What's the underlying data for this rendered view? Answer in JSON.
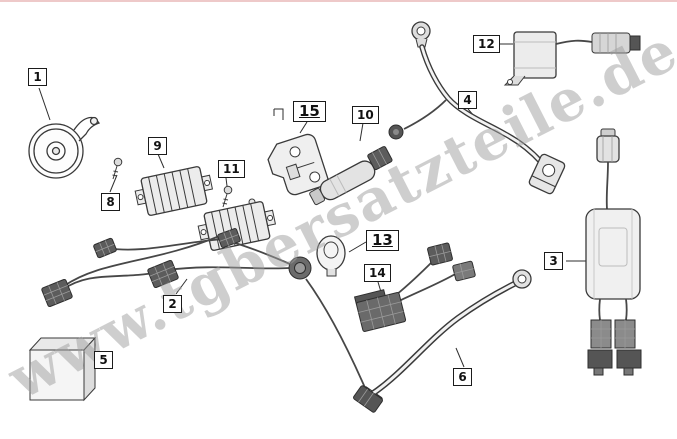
{
  "page": {
    "watermark": "www.tgbersatzteile.de"
  },
  "labels": [
    {
      "num": "1",
      "large": false
    },
    {
      "num": "2",
      "large": false
    },
    {
      "num": "3",
      "large": false
    },
    {
      "num": "4",
      "large": false
    },
    {
      "num": "5",
      "large": false
    },
    {
      "num": "6",
      "large": false
    },
    {
      "num": "8",
      "large": false
    },
    {
      "num": "9",
      "large": false
    },
    {
      "num": "10",
      "large": false
    },
    {
      "num": "11",
      "large": false
    },
    {
      "num": "12",
      "large": false
    },
    {
      "num": "13",
      "large": true
    },
    {
      "num": "14",
      "large": false
    },
    {
      "num": "15",
      "large": true
    }
  ]
}
